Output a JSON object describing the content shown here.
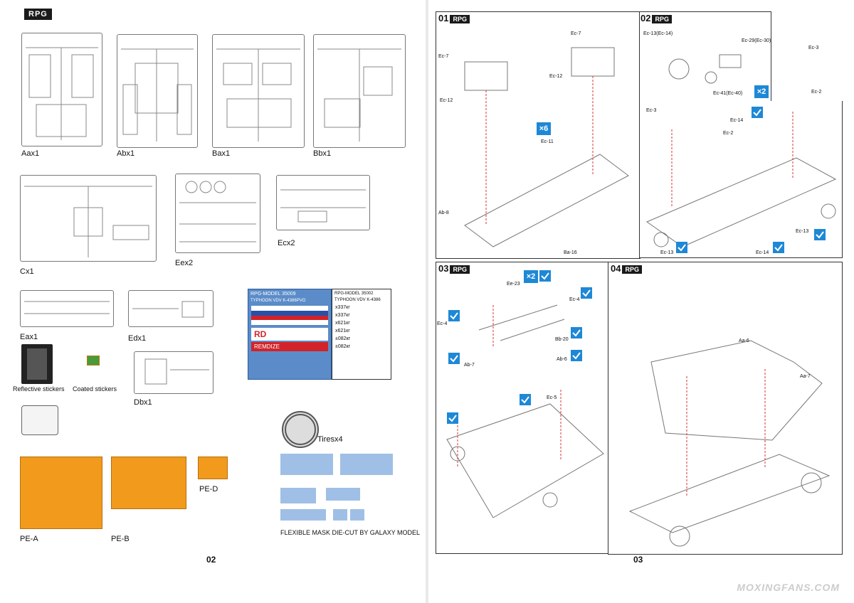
{
  "brand": "RPG",
  "left_page": {
    "page_number": "02",
    "sprues": [
      {
        "label": "Aax1"
      },
      {
        "label": "Abx1"
      },
      {
        "label": "Bax1"
      },
      {
        "label": "Bbx1"
      },
      {
        "label": "Cx1"
      },
      {
        "label": "Eex2"
      },
      {
        "label": "Ecx2"
      },
      {
        "label": "Eax1"
      },
      {
        "label": "Edx1"
      },
      {
        "label": "Dbx1"
      }
    ],
    "stickers": {
      "reflective": "Reflective stickers",
      "coated": "Coated stickers"
    },
    "photo_etch": [
      "PE-A",
      "PE-B",
      "PE-D"
    ],
    "tires": "Tiresx4",
    "mask_caption": "FLEXIBLE MASK DIE-CUT BY GALAXY MODEL",
    "decal_sheets": [
      {
        "header": "RPG-MODEL 35009",
        "subtitle": "TYPHOON VDV K-4386PVO",
        "text1": "RD",
        "text2": "REMDIZE"
      },
      {
        "header": "RPG-MODEL 35002",
        "subtitle": "TYPHOON VDV K-4386",
        "rows": [
          "x337кг",
          "x337кг",
          "x621кг",
          "x621кг",
          "±082кг",
          "±082кг"
        ]
      }
    ]
  },
  "right_page": {
    "page_number": "03",
    "watermark": "MOXINGFANS.COM",
    "steps": [
      {
        "number": "01",
        "callouts": [
          "Ec-7",
          "Ec-7",
          "Ec-12",
          "Ec-12",
          "Ec-11",
          "Ab-8",
          "Ba-16"
        ],
        "multiplier": "×6"
      },
      {
        "number": "02",
        "callouts": [
          "Ec-13(Ec-14)",
          "Ec-29(Ec-30)",
          "Ec-41(Ec-40)",
          "Ec-3",
          "Ec-2",
          "Ec-3",
          "Ec-14",
          "Ec-2",
          "Ec-13",
          "Ec-13",
          "Ec-14"
        ],
        "multiplier": "×2"
      },
      {
        "number": "03",
        "callouts": [
          "Ee-23",
          "Ec-4",
          "Ec-4",
          "Bb-20",
          "Ab-7",
          "Ab-6",
          "Ec-5"
        ],
        "multiplier": "×2"
      },
      {
        "number": "04",
        "callouts": [
          "Aa-6",
          "Aa-7"
        ]
      }
    ]
  },
  "colors": {
    "accent_blue": "#1e88d6",
    "photo_etch": "#f29a1c",
    "mask": "#9fbfe6",
    "decal": "#5b8cc9"
  }
}
